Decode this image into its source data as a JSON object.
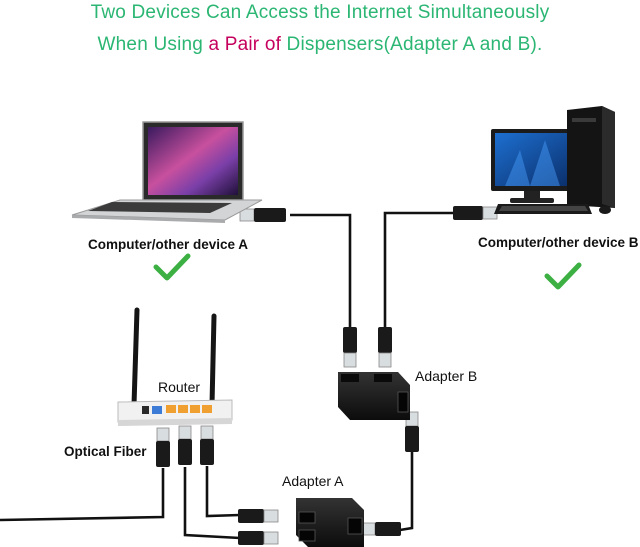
{
  "title": {
    "line1": "Two Devices Can Access the Internet  Simultaneously",
    "line2_pre": "When Using ",
    "line2_highlight": "a Pair of",
    "line2_post": " Dispensers(Adapter A and B)."
  },
  "labels": {
    "device_a": "Computer/other device A",
    "device_b": "Computer/other device B",
    "router": "Router",
    "optical_fiber": "Optical Fiber",
    "adapter_a": "Adapter A",
    "adapter_b": "Adapter B"
  },
  "colors": {
    "title_green": "#2bb673",
    "title_highlight": "#c5005d",
    "check_green": "#3cb043",
    "cable": "#111111"
  },
  "icons": [
    "laptop-icon",
    "desktop-computer-icon",
    "router-icon",
    "adapter-icon",
    "checkmark-icon",
    "rj45-plug-icon"
  ]
}
